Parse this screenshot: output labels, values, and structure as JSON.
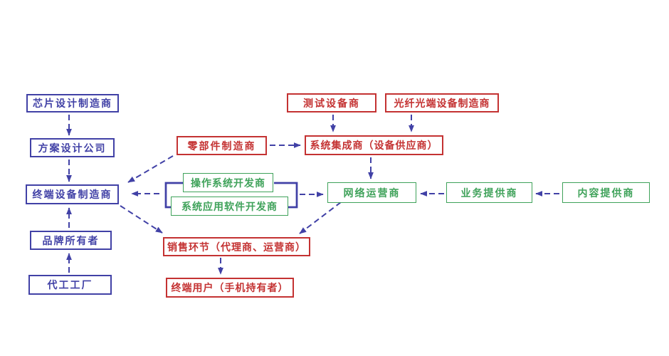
{
  "diagram": {
    "description_type": "industry-chain-flow-diagram",
    "colors": {
      "blue_nodes": "#4141a6",
      "red_nodes": "#c43232",
      "green_nodes": "#3fa25a",
      "arrows": "#4141a6",
      "background": "#ffffff"
    },
    "nodes": {
      "chip": {
        "label": "芯片设计制造商",
        "color": "blue"
      },
      "solution": {
        "label": "方案设计公司",
        "color": "blue"
      },
      "terminal_mfr": {
        "label": "终端设备制造商",
        "color": "blue"
      },
      "brand_owner": {
        "label": "品牌所有者",
        "color": "blue"
      },
      "oem_factory": {
        "label": "代工工厂",
        "color": "blue"
      },
      "parts_mfr": {
        "label": "零部件制造商",
        "color": "red"
      },
      "test_equipment": {
        "label": "测试设备商",
        "color": "red"
      },
      "fiber_equipment": {
        "label": "光纤光端设备制造商",
        "color": "red"
      },
      "system_integrator": {
        "label": "系统集成商（设备供应商）",
        "color": "red"
      },
      "os_developer": {
        "label": "操作系统开发商",
        "color": "green"
      },
      "app_developer": {
        "label": "系统应用软件开发商",
        "color": "green"
      },
      "network_operator": {
        "label": "网络运营商",
        "color": "green"
      },
      "service_provider": {
        "label": "业务提供商",
        "color": "green"
      },
      "content_provider": {
        "label": "内容提供商",
        "color": "green"
      },
      "sales": {
        "label": "销售环节（代理商、运营商）",
        "color": "red"
      },
      "end_user": {
        "label": "终端用户（手机持有者）",
        "color": "red"
      }
    },
    "edges": [
      {
        "from": "chip",
        "to": "solution",
        "style": "dashed-arrow"
      },
      {
        "from": "solution",
        "to": "terminal_mfr",
        "style": "dashed-arrow"
      },
      {
        "from": "brand_owner",
        "to": "terminal_mfr",
        "style": "dashed-arrow"
      },
      {
        "from": "oem_factory",
        "to": "brand_owner",
        "style": "dashed-arrow"
      },
      {
        "from": "parts_mfr",
        "to": "terminal_mfr",
        "style": "dashed-arrow"
      },
      {
        "from": "parts_mfr",
        "to": "system_integrator",
        "style": "dashed-arrow"
      },
      {
        "from": "test_equipment",
        "to": "system_integrator",
        "style": "dashed-arrow"
      },
      {
        "from": "fiber_equipment",
        "to": "system_integrator",
        "style": "dashed-arrow"
      },
      {
        "from": "system_integrator",
        "to": "network_operator",
        "style": "dashed-arrow"
      },
      {
        "from": "developers_bracket_group",
        "to": "terminal_mfr",
        "style": "dashed-arrow"
      },
      {
        "from": "developers_bracket_group",
        "to": "network_operator",
        "style": "dashed-arrow"
      },
      {
        "from": "service_provider",
        "to": "network_operator",
        "style": "dashed-arrow"
      },
      {
        "from": "content_provider",
        "to": "service_provider",
        "style": "dashed-arrow"
      },
      {
        "from": "terminal_mfr",
        "to": "sales",
        "style": "dashed-arrow"
      },
      {
        "from": "network_operator",
        "to": "sales",
        "style": "dashed-arrow"
      },
      {
        "from": "sales",
        "to": "end_user",
        "style": "dashed-arrow"
      }
    ],
    "groups": [
      {
        "name": "developers_bracket_group",
        "members": [
          "os_developer",
          "app_developer"
        ],
        "style": "solid-blue-bracket"
      }
    ]
  }
}
